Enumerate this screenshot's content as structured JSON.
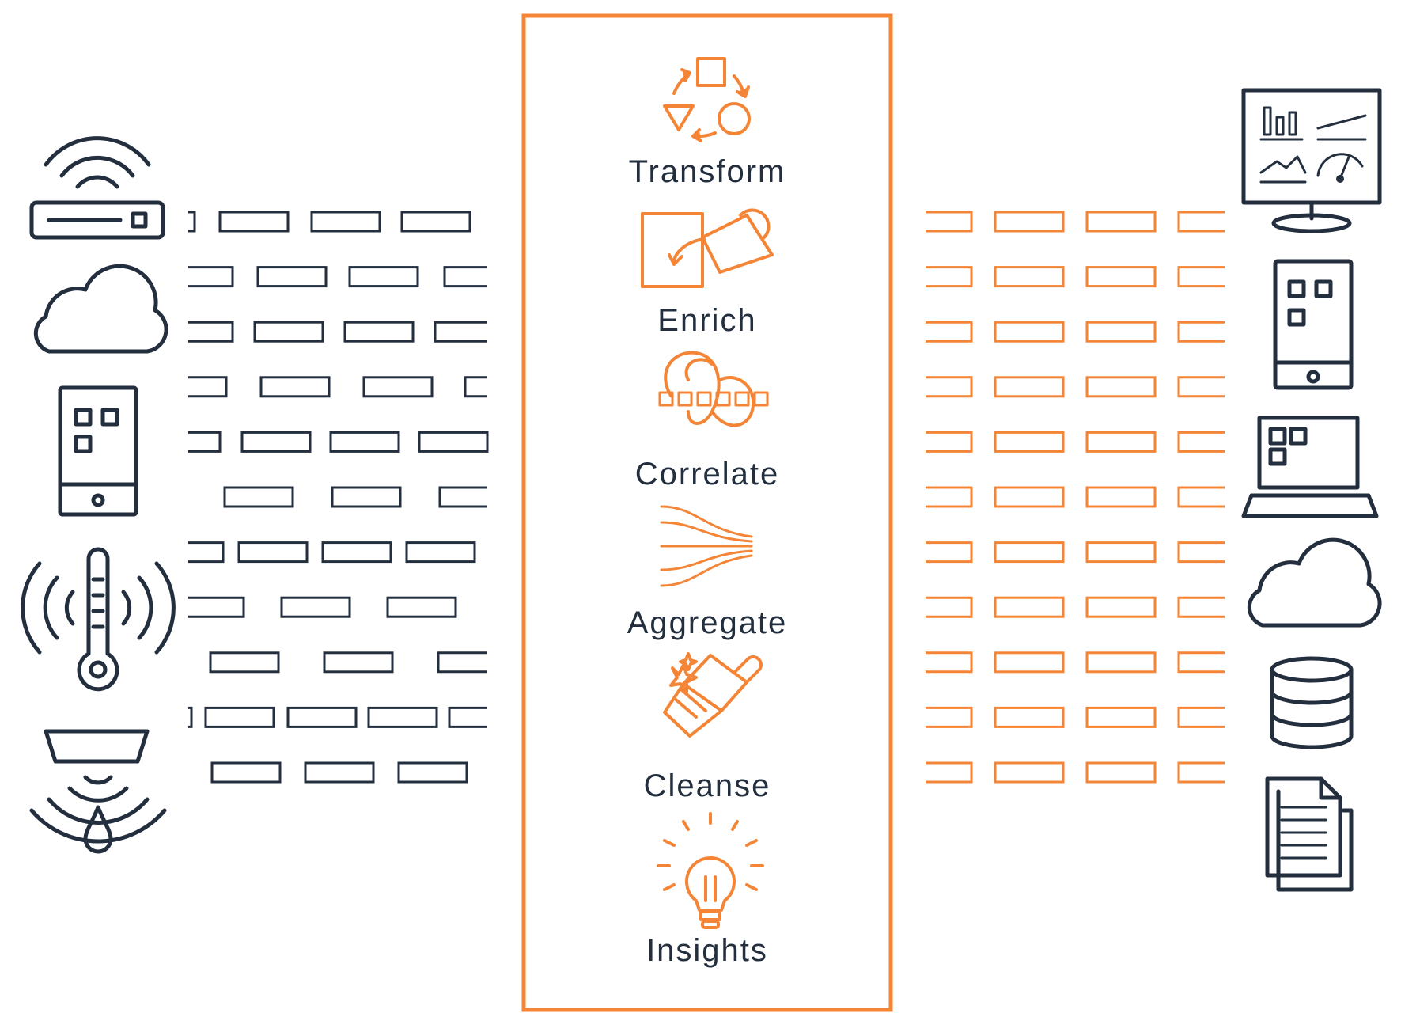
{
  "colors": {
    "accent": "#f58536",
    "ink": "#232f3e",
    "background": "#ffffff"
  },
  "sources": [
    {
      "name": "wifi-router-icon"
    },
    {
      "name": "cloud-icon"
    },
    {
      "name": "mobile-phone-icon"
    },
    {
      "name": "thermometer-sensor-icon"
    },
    {
      "name": "drip-sensor-icon"
    }
  ],
  "processing_steps": [
    {
      "label": "Transform",
      "icon": "transform-cycle-icon"
    },
    {
      "label": "Enrich",
      "icon": "enrich-watering-can-icon"
    },
    {
      "label": "Correlate",
      "icon": "correlate-chain-icon"
    },
    {
      "label": "Aggregate",
      "icon": "aggregate-merge-lines-icon"
    },
    {
      "label": "Cleanse",
      "icon": "cleanse-brush-icon"
    },
    {
      "label": "Insights",
      "icon": "insights-lightbulb-icon"
    }
  ],
  "destinations": [
    {
      "name": "dashboard-monitor-icon"
    },
    {
      "name": "tablet-icon"
    },
    {
      "name": "laptop-icon"
    },
    {
      "name": "cloud-icon"
    },
    {
      "name": "database-icon"
    },
    {
      "name": "documents-icon"
    }
  ],
  "input_stream": {
    "color": "#232f3e",
    "rows": 11
  },
  "output_stream": {
    "color": "#f58536",
    "rows": 11
  }
}
